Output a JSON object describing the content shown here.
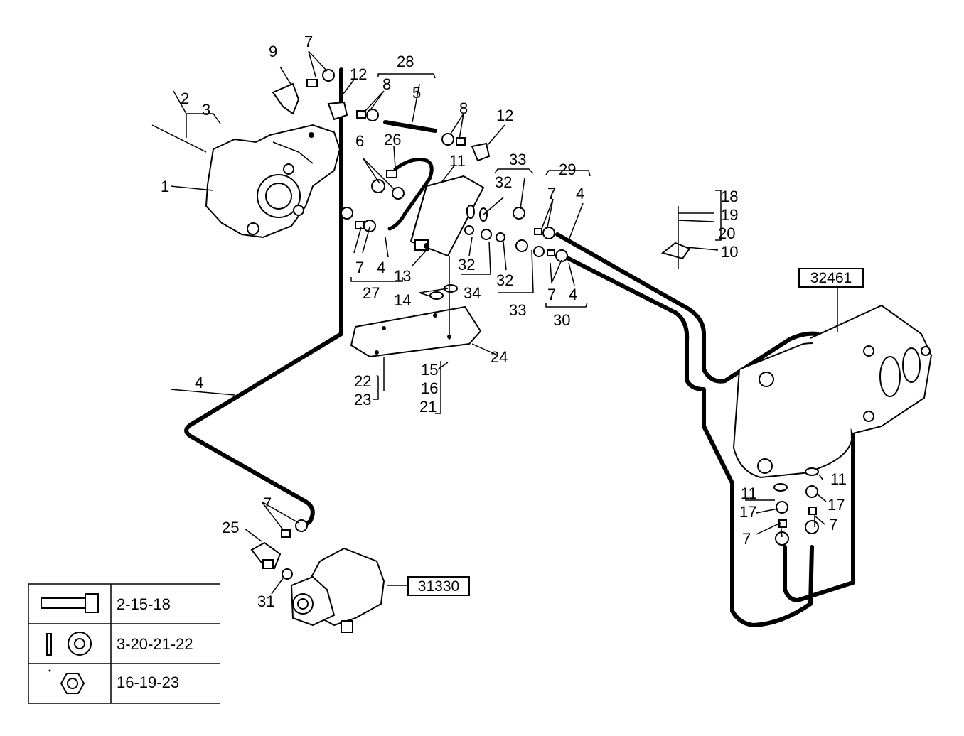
{
  "callouts": {
    "c1": "1",
    "c2": "2",
    "c3": "3",
    "c4a": "4",
    "c4b": "4",
    "c4c": "4",
    "c4d": "4",
    "c5": "5",
    "c6": "6",
    "c7a": "7",
    "c7b": "7",
    "c7c": "7",
    "c7d": "7",
    "c7e": "7",
    "c7f": "7",
    "c7g": "7",
    "c8a": "8",
    "c8b": "8",
    "c9": "9",
    "c10": "10",
    "c11a": "11",
    "c11b": "11",
    "c11c": "11",
    "c12a": "12",
    "c12b": "12",
    "c13": "13",
    "c14": "14",
    "c15": "15",
    "c16": "16",
    "c17a": "17",
    "c17b": "17",
    "c18": "18",
    "c19": "19",
    "c20": "20",
    "c21": "21",
    "c22": "22",
    "c23": "23",
    "c24": "24",
    "c25": "25",
    "c26": "26",
    "c27": "27",
    "c28": "28",
    "c29": "29",
    "c30": "30",
    "c31": "31",
    "c32a": "32",
    "c32b": "32",
    "c32c": "32",
    "c33a": "33",
    "c33b": "33",
    "c34": "34"
  },
  "references": {
    "ref_pump": "32461",
    "ref_valve": "31330"
  },
  "legend": {
    "rows": [
      {
        "icon": "bolt-icon",
        "text": "2-15-18"
      },
      {
        "icon": "washer-icon",
        "text": "3-20-21-22"
      },
      {
        "icon": "nut-icon",
        "text": "16-19-23"
      }
    ]
  }
}
